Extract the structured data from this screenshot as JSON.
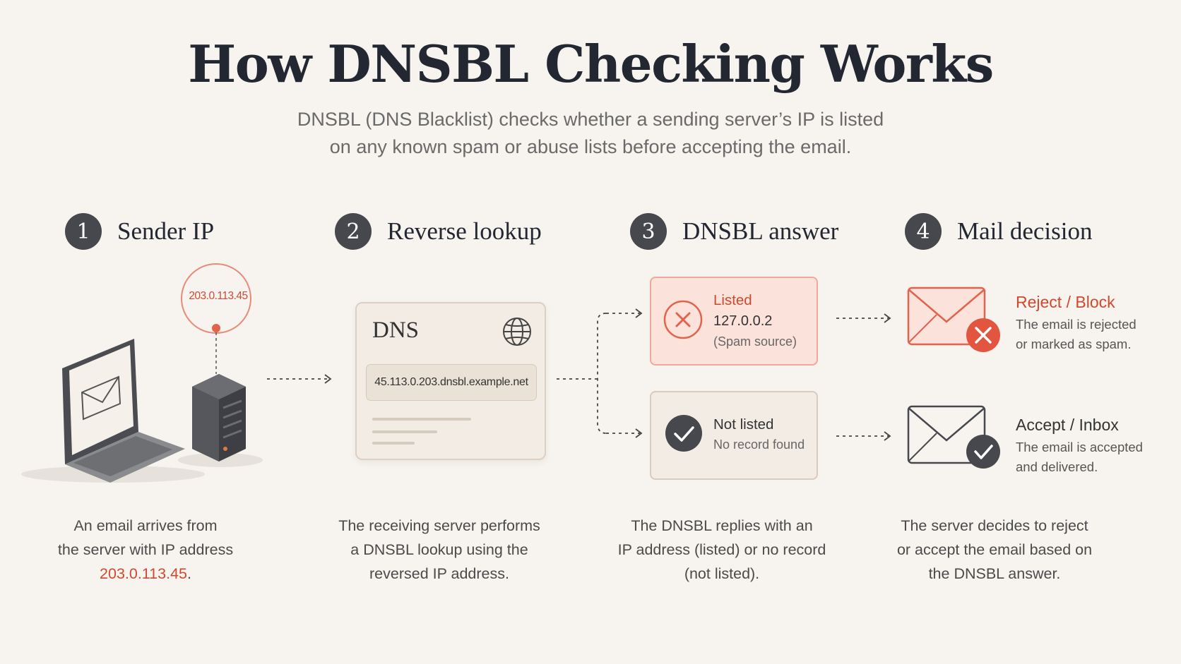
{
  "title": "How DNSBL Checking Works",
  "subtitle_line1": "DNSBL (DNS Blacklist) checks whether a sending server’s IP is listed",
  "subtitle_line2": "on any known spam or abuse lists before accepting the email.",
  "steps": [
    {
      "number": "1",
      "title": "Sender IP",
      "desc_line1": "An email arrives from",
      "desc_line2": "the server with IP address",
      "desc_ip": "203.0.113.45",
      "desc_end": "."
    },
    {
      "number": "2",
      "title": "Reverse lookup",
      "desc_line1": "The receiving server performs",
      "desc_line2": "a DNSBL lookup using the",
      "desc_line3": "reversed IP address."
    },
    {
      "number": "3",
      "title": "DNSBL answer",
      "desc_line1": "The DNSBL replies with an",
      "desc_line2": "IP address (listed) or no record",
      "desc_line3": "(not listed)."
    },
    {
      "number": "4",
      "title": "Mail decision",
      "desc_line1": "The server decides to reject",
      "desc_line2": "or accept the email based on",
      "desc_line3": "the DNSBL answer."
    }
  ],
  "sender_ip": "203.0.113.45",
  "dns_card": {
    "label": "DNS",
    "query": "45.113.0.203.dnsbl.example.net"
  },
  "answers": {
    "listed": {
      "status": "Listed",
      "value": "127.0.0.2",
      "note": "(Spam source)"
    },
    "not_listed": {
      "status": "Not listed",
      "note": "No record found"
    }
  },
  "decisions": {
    "reject": {
      "title": "Reject / Block",
      "line1": "The email is rejected",
      "line2": "or marked as spam."
    },
    "accept": {
      "title": "Accept / Inbox",
      "line1": "The email is accepted",
      "line2": "and delivered."
    }
  },
  "colors": {
    "accent_red": "#d0482e",
    "dark": "#46484d",
    "background": "#f7f4ef",
    "listed_bg": "#fbe3dc"
  }
}
